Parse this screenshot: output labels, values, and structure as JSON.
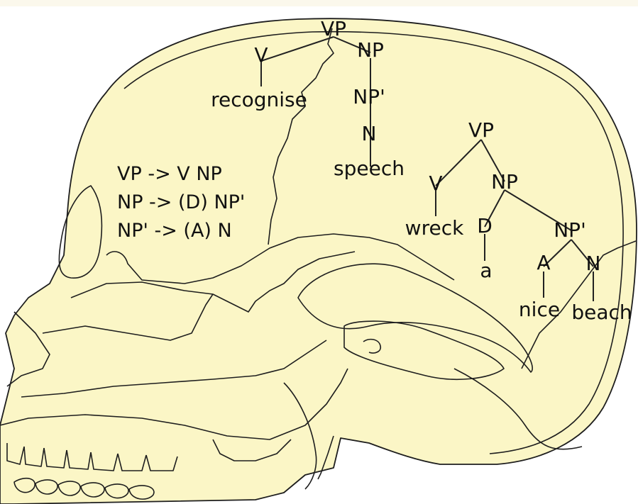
{
  "colors": {
    "skull_fill": "#fbf6c6",
    "outline": "#1e1e1e",
    "text": "#111111",
    "background": "#ffffff"
  },
  "rules": [
    "VP -> V NP",
    "NP -> (D) NP'",
    "NP' -> (A) N"
  ],
  "tree1": {
    "vp": "VP",
    "v": "V",
    "np": "NP",
    "verb": "recognise",
    "npbar": "NP'",
    "n": "N",
    "noun": "speech"
  },
  "tree2": {
    "vp": "VP",
    "v": "V",
    "verb": "wreck",
    "np": "NP",
    "d": "D",
    "det": "a",
    "npbar": "NP'",
    "a": "A",
    "adj": "nice",
    "n": "N",
    "noun": "beach"
  }
}
